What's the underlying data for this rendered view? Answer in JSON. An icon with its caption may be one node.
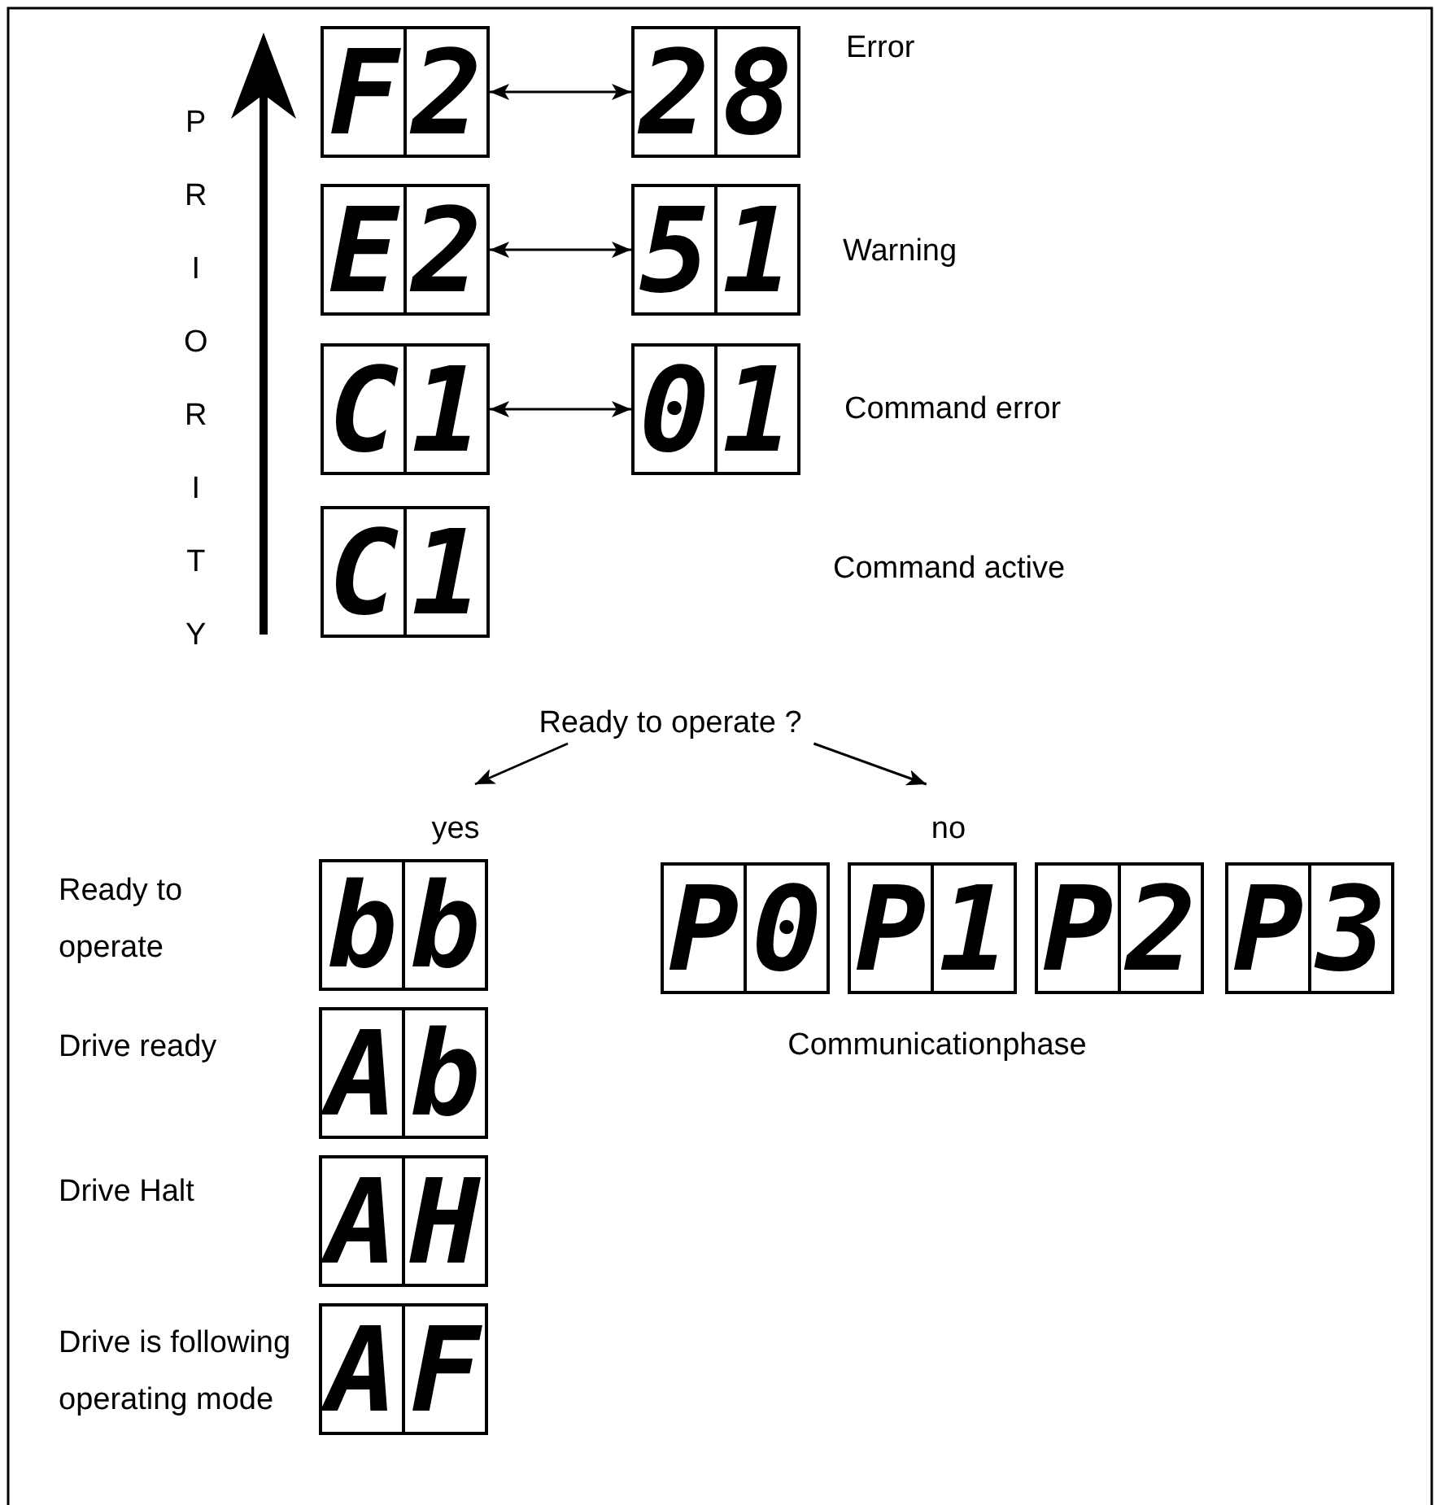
{
  "diagram": {
    "nodes": [
      {
        "text": [
          "F",
          "2"
        ]
      },
      {
        "text": [
          "2",
          "8"
        ],
        "beside": [
          "Error"
        ]
      },
      {
        "text": [
          "E",
          "2"
        ]
      },
      {
        "text": [
          "5",
          "1"
        ],
        "beside": [
          "Warning"
        ]
      },
      {
        "text": [
          "C",
          "1"
        ]
      },
      {
        "text": [
          "0",
          "1"
        ],
        "beside": [
          "Command error"
        ]
      },
      {
        "text": [
          "C",
          "1"
        ]
      },
      {
        "text": [
          "Ready to operate ?"
        ]
      },
      {
        "text": [
          "yes"
        ]
      },
      {
        "text": [
          "no"
        ]
      },
      {
        "text": [
          "b",
          "b"
        ]
      },
      {
        "text": [
          "P",
          "0"
        ]
      },
      {
        "text": [
          "P",
          "1"
        ]
      },
      {
        "text": [
          "P",
          "2"
        ]
      },
      {
        "text": [
          "P",
          "3"
        ]
      },
      {
        "text": [
          "A",
          "b"
        ],
        "beside": [
          "Drive ready"
        ]
      },
      {
        "text": [
          "A",
          "H"
        ]
      },
      {
        "text": [
          "A",
          "F"
        ],
        "beside": [
          "Drive is following operating mode"
        ]
      }
    ],
    "edges": [
      {
        "from": 0,
        "to": 1,
        "arrow": "both"
      },
      {
        "from": 2,
        "to": 3,
        "arrow": "both"
      },
      {
        "from": 4,
        "to": 5,
        "arrow": "both"
      },
      {
        "from": 7,
        "to": 8,
        "arrow": "to"
      },
      {
        "from": 7,
        "to": 9,
        "arrow": "to"
      }
    ],
    "labels": [
      "PRIORITY",
      "Command active",
      "Ready to operate",
      "Communicationphase",
      "Drive Halt"
    ]
  }
}
